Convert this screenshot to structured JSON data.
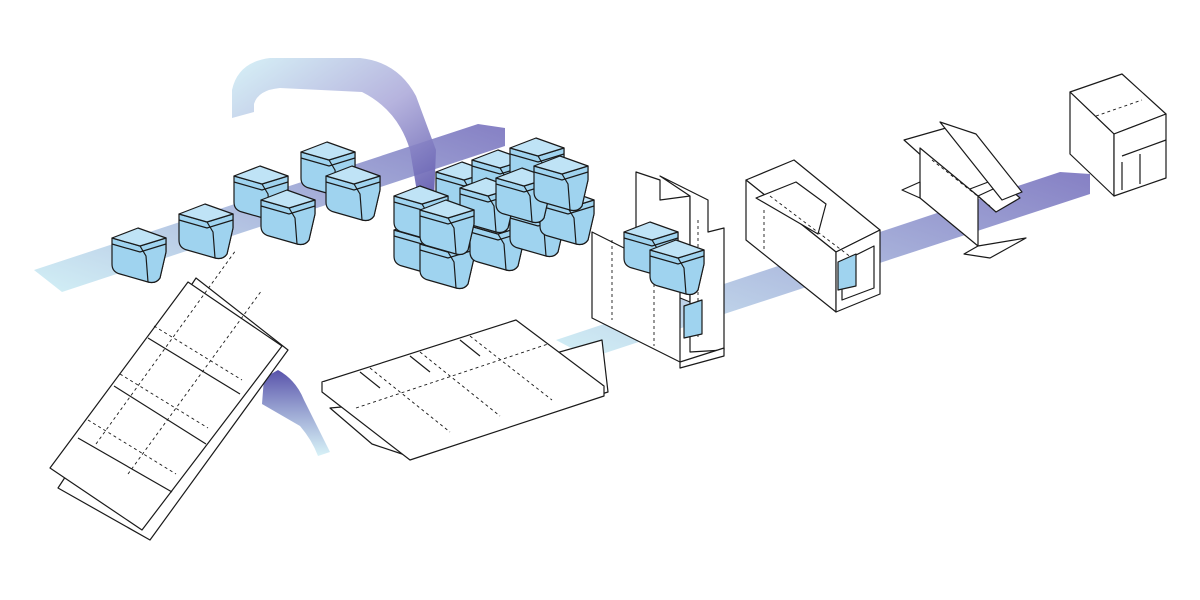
{
  "colors": {
    "belt_start": "#cdeef5",
    "belt_end": "#7f79c1",
    "tub_fill": "#9fd3ef",
    "tub_top": "#bfe3f6",
    "outline": "#1a1a1a",
    "carton": "#ffffff"
  },
  "scene": {
    "stages": [
      "single-tubs-on-conveyor",
      "stacked-tub-group",
      "flat-blank-feed",
      "flat-carton-blank",
      "carton-wrap-around",
      "carton-side-closing",
      "carton-top-flap-folding",
      "sealed-case"
    ]
  }
}
